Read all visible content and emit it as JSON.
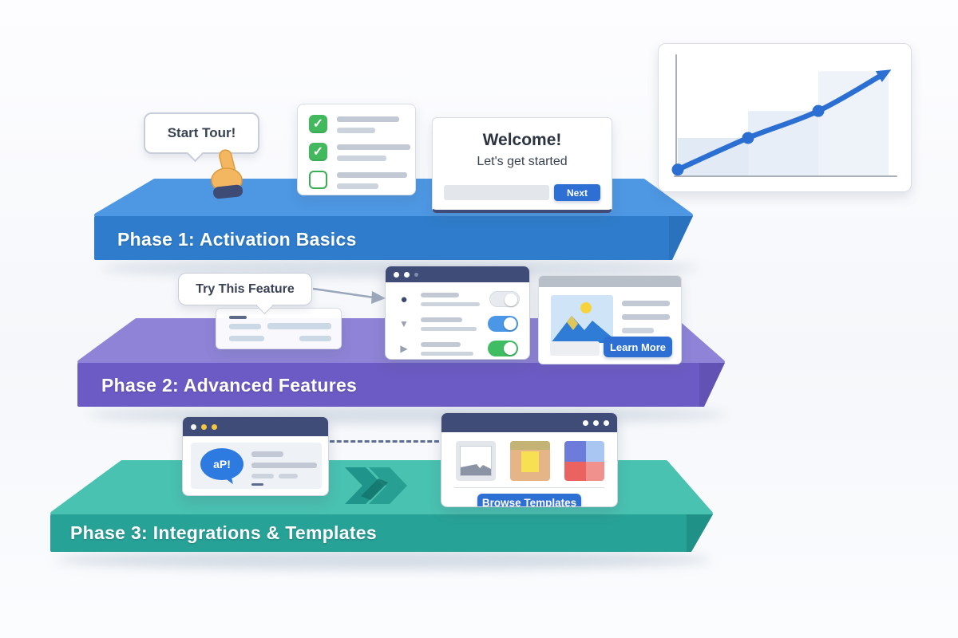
{
  "phases": [
    {
      "title": "Phase 1: Activation Basics",
      "colors": {
        "top": "#4D97E3",
        "front": "#2E7CCB",
        "side": "#2B72BE"
      }
    },
    {
      "title": "Phase 2: Advanced Features",
      "colors": {
        "top": "#8E83D6",
        "front": "#6C5BC4",
        "side": "#6152B4"
      }
    },
    {
      "title": "Phase 3: Integrations & Templates",
      "colors": {
        "top": "#49C2B1",
        "front": "#27A296",
        "side": "#1F9187"
      }
    }
  ],
  "phase1": {
    "start_tour_label": "Start Tour!",
    "checklist": {
      "items": [
        {
          "state": "checked"
        },
        {
          "state": "checked"
        },
        {
          "state": "unchecked"
        }
      ]
    },
    "welcome": {
      "title": "Welcome!",
      "subtitle": "Let's get started",
      "next_label": "Next"
    }
  },
  "phase2": {
    "tooltip_label": "Try This Feature",
    "settings": {
      "rows": [
        {
          "icon": "filled-circle",
          "toggle": "off"
        },
        {
          "icon": "chevron-down",
          "toggle": "on-blue"
        },
        {
          "icon": "play",
          "toggle": "on-green"
        }
      ]
    },
    "learn_more_label": "Learn More"
  },
  "phase3": {
    "bubble_text": "aP!",
    "browse_label": "Browse Templates"
  },
  "icons": {
    "check": "✓",
    "chevron_down": "▼",
    "play": "▶",
    "circle": "●"
  },
  "chart_data": {
    "type": "line",
    "title": "",
    "x": [
      0,
      1,
      2,
      3
    ],
    "values": [
      5,
      32,
      55,
      89
    ],
    "ylim": [
      0,
      100
    ],
    "xlabel": "",
    "ylabel": "",
    "grid": false,
    "end_arrow": true,
    "line_color": "#2B6FD3",
    "axis_color": "#A9B0BA",
    "band_colors": [
      "#E2EAF5",
      "#E8EEF7",
      "#EEF2F9"
    ]
  },
  "colors": {
    "accent_blue": "#2D6FD2",
    "navy_header": "#3F4C78",
    "checkbox_green": "#43B95E",
    "toggle_blue": "#4A97E8",
    "toggle_green": "#3FBD63",
    "line_gray": "#C3C9D4",
    "window_dot_yellow": "#F4C73F",
    "teal_chevron": "#1E948A"
  }
}
